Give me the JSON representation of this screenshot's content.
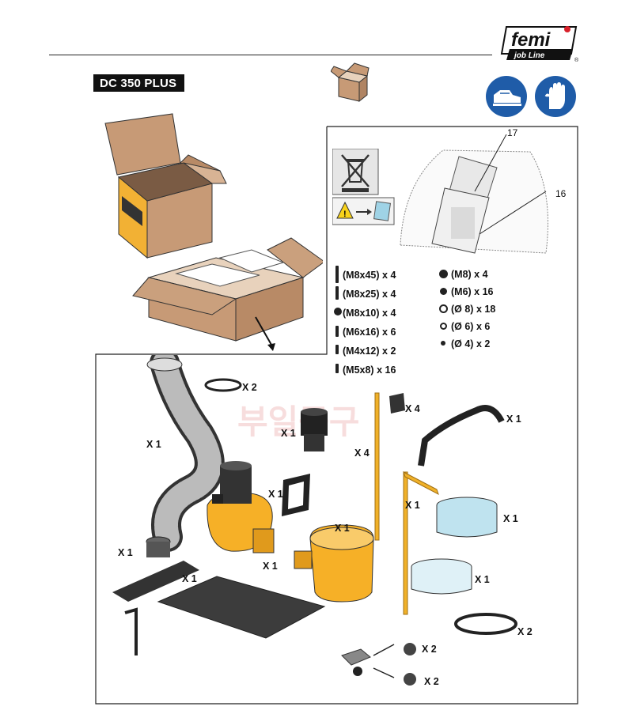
{
  "header": {
    "model": "DC 350 PLUS",
    "logo_text": "femi",
    "logo_sub": "job Line",
    "logo_mark": "®"
  },
  "ppe_icons": [
    "safety-shoes-icon",
    "protective-gloves-icon"
  ],
  "colors": {
    "ppe_blue": "#1f5ca8",
    "part_yellow": "#f6b027",
    "cardboard": "#c79a76",
    "logo_red": "#d8202a",
    "filter_blue": "#bfe3ef"
  },
  "callouts": {
    "bag_doc": "17",
    "bag_sheet": "16"
  },
  "hardware_left": [
    {
      "label": "(M8x45) x 4"
    },
    {
      "label": "(M8x25) x 4"
    },
    {
      "label": "(M8x10) x 4"
    },
    {
      "label": "(M6x16) x 6"
    },
    {
      "label": "(M4x12) x 2"
    },
    {
      "label": "(M5x8) x 16"
    }
  ],
  "hardware_right": [
    {
      "label": "(M8) x 4"
    },
    {
      "label": "(M6) x 16"
    },
    {
      "label": "(Ø 8) x 18"
    },
    {
      "label": "(Ø 6) x 6"
    },
    {
      "label": "(Ø 4) x 2"
    }
  ],
  "parts": {
    "hose": "X 1",
    "clamp_small": "X 2",
    "reducer": "X 1",
    "gasket": "X 1",
    "motor_fan": "X 1",
    "flange": "X 1",
    "nozzle": "X 1",
    "base_plate": "X 1",
    "bracket": "X 4",
    "rod_long": "X 4",
    "handle": "X 1",
    "inlet_ring": "X 1",
    "frame_tube": "X 1",
    "filter_top": "X 1",
    "filter_bottom": "X 1",
    "clamp_large": "X 2",
    "caster_a": "X 2",
    "caster_b": "X 2"
  },
  "watermark": "부일공구"
}
